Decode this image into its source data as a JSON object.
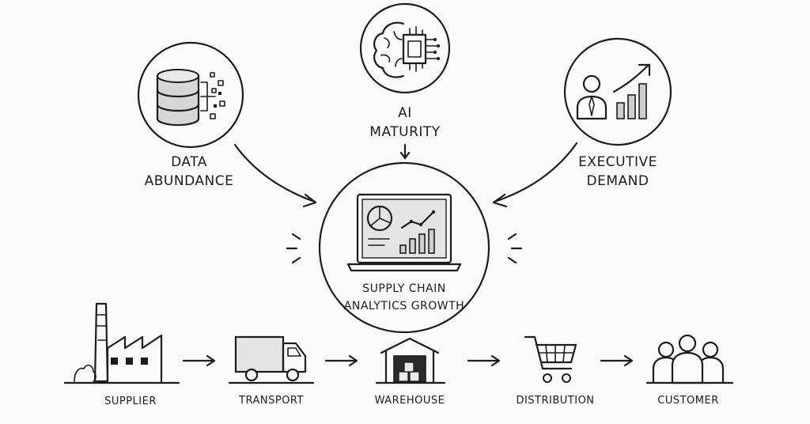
{
  "drivers": {
    "data_abundance": {
      "line1": "DATA",
      "line2": "ABUNDANCE",
      "icon": "database-icon"
    },
    "ai_maturity": {
      "line1": "AI",
      "line2": "MATURITY",
      "icon": "brain-chip-icon"
    },
    "executive_demand": {
      "line1": "EXECUTIVE",
      "line2": "DEMAND",
      "icon": "executive-growth-icon"
    }
  },
  "center": {
    "line1": "SUPPLY CHAIN",
    "line2": "ANALYTICS GROWTH",
    "icon": "laptop-dashboard-icon"
  },
  "chain": [
    {
      "label": "SUPPLIER",
      "icon": "factory-icon"
    },
    {
      "label": "TRANSPORT",
      "icon": "truck-icon"
    },
    {
      "label": "WAREHOUSE",
      "icon": "warehouse-icon"
    },
    {
      "label": "DISTRIBUTION",
      "icon": "shopping-cart-icon"
    },
    {
      "label": "CUSTOMER",
      "icon": "customers-icon"
    }
  ]
}
